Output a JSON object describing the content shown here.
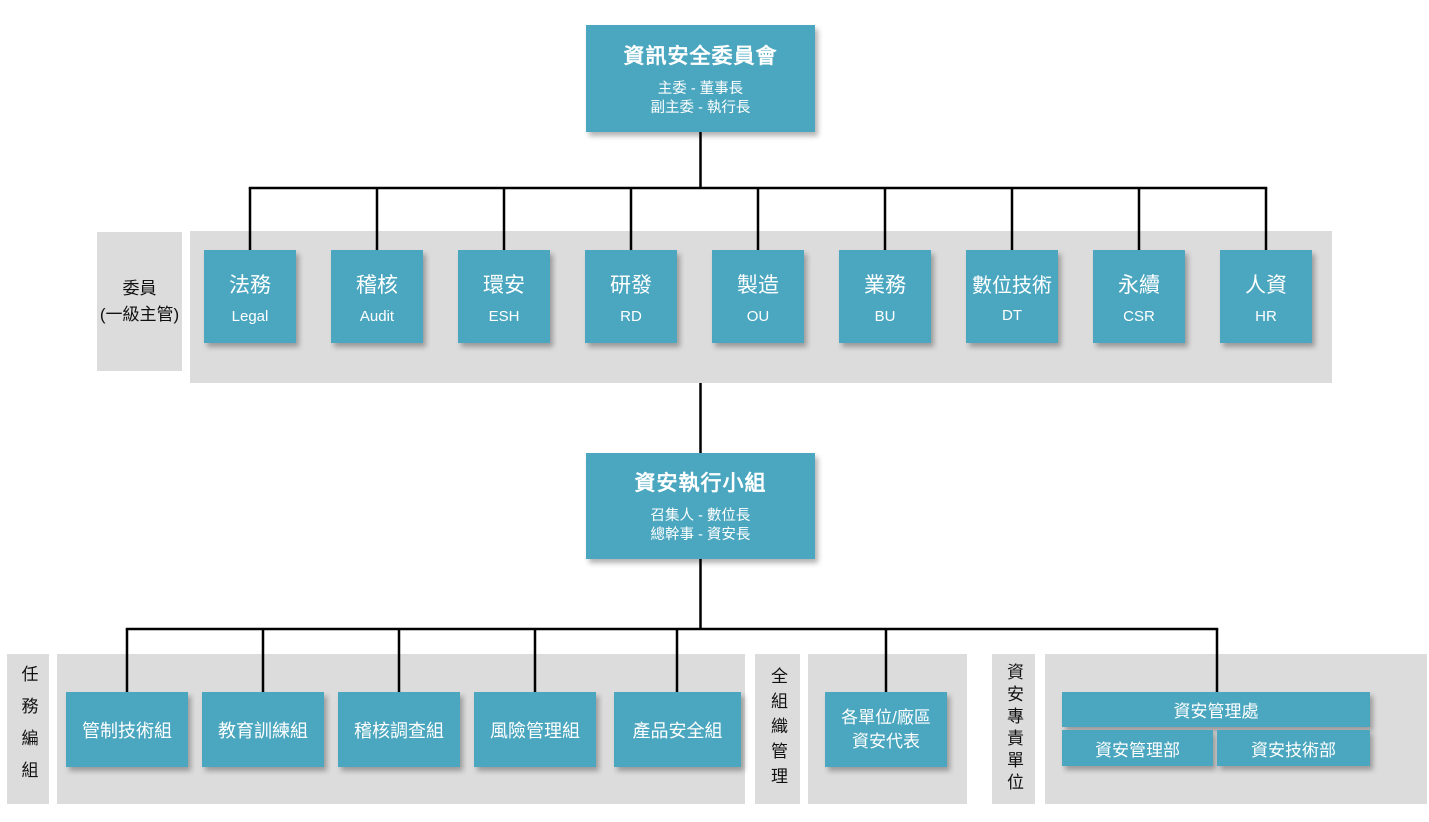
{
  "chart": {
    "committee": {
      "title": "資訊安全委員會",
      "line1": "主委 - 董事長",
      "line2": "副主委 - 執行長"
    },
    "members_section": {
      "label_line1": "委員",
      "label_line2": "(一級主管)",
      "members": [
        {
          "name": "法務",
          "abbr": "Legal"
        },
        {
          "name": "稽核",
          "abbr": "Audit"
        },
        {
          "name": "環安",
          "abbr": "ESH"
        },
        {
          "name": "研發",
          "abbr": "RD"
        },
        {
          "name": "製造",
          "abbr": "OU"
        },
        {
          "name": "業務",
          "abbr": "BU"
        },
        {
          "name": "數位技術",
          "abbr": "DT"
        },
        {
          "name": "永續",
          "abbr": "CSR"
        },
        {
          "name": "人資",
          "abbr": "HR"
        }
      ]
    },
    "executive": {
      "title": "資安執行小組",
      "line1": "召集人 - 數位長",
      "line2": "總幹事 - 資安長"
    },
    "task_section": {
      "label": "任務編組",
      "groups": [
        "管制技術組",
        "教育訓練組",
        "稽核調查組",
        "風險管理組",
        "產品安全組"
      ]
    },
    "org_wide_section": {
      "label": "全組織管理",
      "rep_box_line1": "各單位/廠區",
      "rep_box_line2": "資安代表"
    },
    "dedicated_section": {
      "label": "資安專責單位",
      "division": "資安管理處",
      "departments": [
        "資安管理部",
        "資安技術部"
      ]
    }
  },
  "colors": {
    "box_teal": "#4BA7C0",
    "section_gray": "#DCDCDC",
    "connector_black": "#000000",
    "text_on_teal": "#FFFFFF"
  }
}
